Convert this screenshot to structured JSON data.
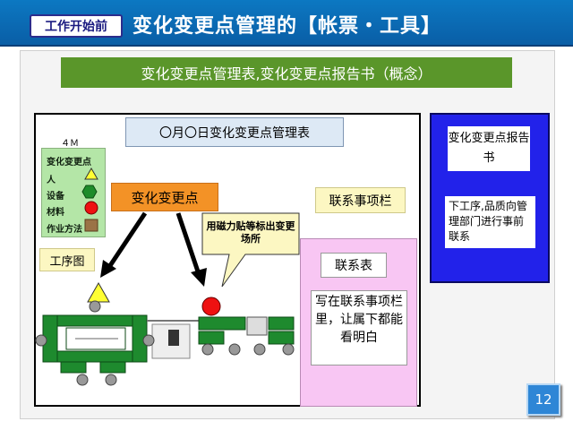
{
  "header": {
    "tag": "工作开始前",
    "title": "变化变更点管理的【帐票・工具】"
  },
  "banner": "变化变更点管理表,变化变更点报告书（概念）",
  "diagram": {
    "management_title": "〇月〇日变化变更点管理表",
    "four_m_label": "４Ｍ",
    "legend": {
      "heading": "变化变更点",
      "items": [
        "人",
        "设备",
        "材料",
        "作业方法"
      ]
    },
    "change_point": "变化变更点",
    "liaison_column": "联系事项栏",
    "process_chart": "工序图",
    "callout": "用磁力贴等标出变更场所"
  },
  "liaison": {
    "heading": "联系表",
    "text": "写在联系事项栏里，让属下都能看明白"
  },
  "report": {
    "heading": "变化变更点报告书",
    "text": "下工序,品质向管理部门进行事前联系"
  },
  "page_number": "12",
  "colors": {
    "header_blue": "#0a6ab4",
    "banner_green": "#5a962a",
    "change_orange": "#f39226",
    "report_blue": "#2222ea",
    "liaison_pink": "#f8c6f3"
  }
}
